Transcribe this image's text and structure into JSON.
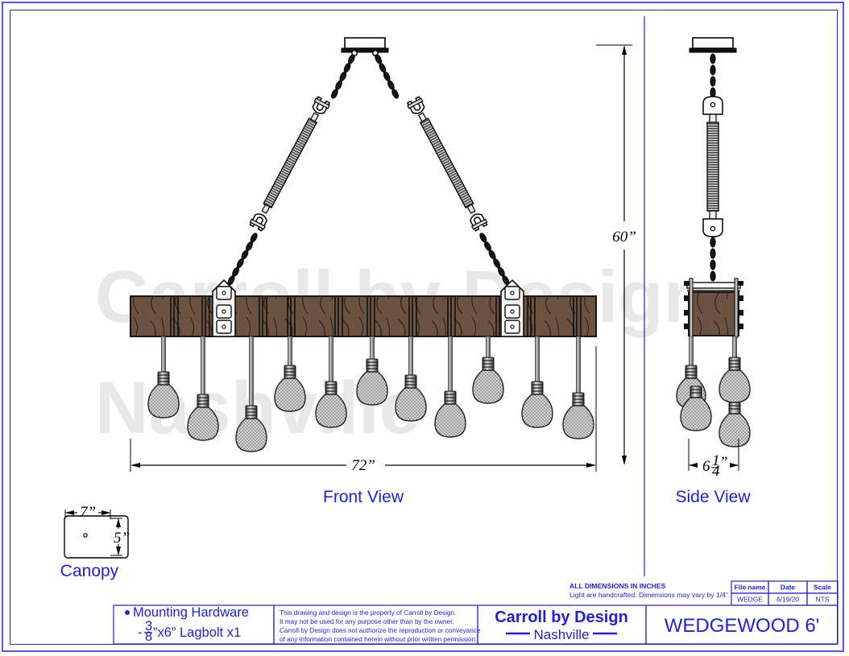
{
  "drawing": {
    "product_name": "WEDGEWOOD 6'",
    "watermark_line1": "Carroll by Design",
    "watermark_line2": "Nashville",
    "views": {
      "front": "Front View",
      "side": "Side View",
      "canopy": "Canopy"
    },
    "dimensions": {
      "overall_width": "72”",
      "overall_drop": "60”",
      "side_width_whole": "6",
      "side_width_num": "1",
      "side_width_den": "4",
      "side_width_unit": "”",
      "canopy_width": "7”",
      "canopy_height": "5”"
    }
  },
  "notes": {
    "all_dimensions": "ALL DIMENSIONS IN INCHES",
    "handcrafted": "Light are handcrafted. Dimensions may vary by 1/4\"."
  },
  "mounting": {
    "heading": "Mounting Hardware",
    "dash": "-",
    "frac_num": "3",
    "frac_den": "8",
    "item_tail": "”x6” Lagbolt x1"
  },
  "legal": {
    "line1": "This drawing and design is the property of Carroll by Design.",
    "line2": "It may not be used for any purpose other than by the owner.",
    "line3": "Carroll by Design does not authorize the reproduction or conveyance",
    "line4": "of any information contained herein without prior written permission."
  },
  "company": {
    "name": "Carroll by Design",
    "city": "Nashville"
  },
  "info_table": {
    "headers": [
      "File name",
      "Date",
      "Scale"
    ],
    "values": [
      "WEDGE",
      "6/19/20",
      "NTS"
    ]
  },
  "colors": {
    "accent_blue": "#2020e0",
    "wood": "#6b5241",
    "wood_dark": "#4f3c2e",
    "metal": "#9a9a9a",
    "watermark": "#e8e8e8"
  }
}
